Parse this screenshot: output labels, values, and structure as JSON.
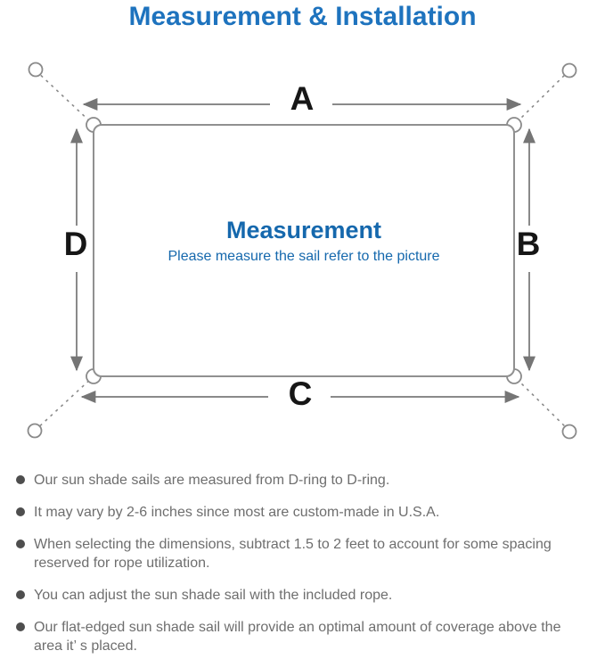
{
  "header": {
    "title": "Measurement & Installation"
  },
  "diagram": {
    "labels": {
      "top": "A",
      "right": "B",
      "bottom": "C",
      "left": "D"
    },
    "center_heading": "Measurement",
    "center_subheading": "Please measure the sail refer to the picture"
  },
  "colors": {
    "title_blue": "#1e73be",
    "center_blue": "#1568ad",
    "line_gray": "#8f8f8f",
    "arrow_gray": "#757575",
    "note_text_gray": "#6e6e6e",
    "label_black": "#161616"
  },
  "notes": {
    "items": [
      "Our sun shade sails are measured from D-ring to D-ring.",
      "It may vary by 2-6 inches since most are custom-made in U.S.A.",
      "When selecting the dimensions, subtract 1.5 to 2 feet to account for some spacing reserved for rope utilization.",
      "You can adjust the sun shade sail with the included rope.",
      "Our flat-edged sun shade sail will provide an optimal amount of coverage above the area it’ s placed."
    ]
  }
}
